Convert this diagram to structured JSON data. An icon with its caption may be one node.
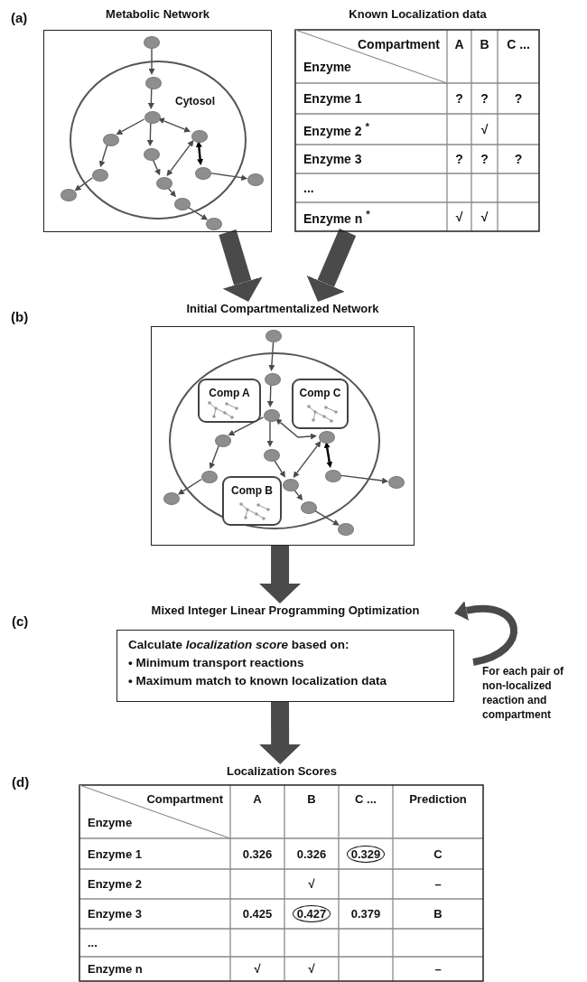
{
  "diagram": {
    "nodes": [
      {
        "text": [
          "Metabolic Network"
        ]
      },
      {
        "text": [
          "Cytosol"
        ],
        "in": 0
      },
      {
        "text": [],
        "shape": "circle",
        "in": 0
      },
      {
        "text": [],
        "shape": "circle",
        "in": 1
      },
      {
        "text": [],
        "shape": "circle",
        "in": 1
      },
      {
        "text": [],
        "shape": "circle",
        "in": 1
      },
      {
        "text": [],
        "shape": "circle",
        "in": 1
      },
      {
        "text": [],
        "shape": "circle",
        "in": 1
      },
      {
        "text": [],
        "shape": "circle",
        "in": 1
      },
      {
        "text": [],
        "shape": "circle",
        "in": 1
      },
      {
        "text": [],
        "shape": "circle",
        "in": 1
      },
      {
        "text": [],
        "shape": "circle",
        "in": 0
      },
      {
        "text": [],
        "shape": "circle",
        "in": 1
      },
      {
        "text": [],
        "shape": "circle",
        "in": 0
      },
      {
        "text": [],
        "shape": "circle",
        "in": 0
      },
      {
        "text": [
          "Known Localization data"
        ]
      },
      {
        "text": [
          "Initial Compartmentalized Network"
        ]
      },
      {
        "text": [],
        "shape": "circle",
        "in": 16
      },
      {
        "text": [
          "Comp A"
        ],
        "in": 17
      },
      {
        "text": [
          "Comp C"
        ],
        "in": 17
      },
      {
        "text": [
          "Comp B"
        ],
        "in": 17
      },
      {
        "text": [],
        "shape": "circle",
        "in": 16
      },
      {
        "text": [],
        "shape": "circle",
        "in": 17
      },
      {
        "text": [],
        "shape": "circle",
        "in": 17
      },
      {
        "text": [],
        "shape": "circle",
        "in": 17
      },
      {
        "text": [],
        "shape": "circle",
        "in": 17
      },
      {
        "text": [],
        "shape": "circle",
        "in": 17
      },
      {
        "text": [],
        "shape": "circle",
        "in": 17
      },
      {
        "text": [],
        "shape": "circle",
        "in": 17
      },
      {
        "text": [],
        "shape": "circle",
        "in": 17
      },
      {
        "text": [],
        "shape": "circle",
        "in": 16
      },
      {
        "text": [],
        "shape": "circle",
        "in": 17
      },
      {
        "text": [],
        "shape": "circle",
        "in": 16
      },
      {
        "text": [],
        "shape": "circle",
        "in": 16
      },
      {
        "text": [
          "Mixed Integer Linear Programming Optimization",
          "Calculate *localization score* based on:",
          "• Minimum transport reactions",
          "• Maximum match to known localization data"
        ],
        "beside": [
          "For each pair of non-localized reaction and compartment"
        ]
      },
      {
        "text": [
          "Localization Scores"
        ]
      }
    ],
    "edges": [
      {
        "from": 2,
        "to": 3,
        "arrow": "to"
      },
      {
        "from": 3,
        "to": 4,
        "arrow": "to"
      },
      {
        "from": 4,
        "to": 5,
        "arrow": "to"
      },
      {
        "from": 4,
        "to": 6,
        "arrow": "to"
      },
      {
        "from": 4,
        "to": 7,
        "arrow": "both"
      },
      {
        "from": 5,
        "to": 8,
        "arrow": "to"
      },
      {
        "from": 8,
        "to": 11,
        "arrow": "to"
      },
      {
        "from": 6,
        "to": 9,
        "arrow": "to"
      },
      {
        "from": 9,
        "to": 7,
        "arrow": "both"
      },
      {
        "from": 7,
        "to": 10,
        "arrow": "both",
        "color": "#000000"
      },
      {
        "from": 10,
        "to": 13,
        "arrow": "to"
      },
      {
        "from": 9,
        "to": 12,
        "arrow": "to"
      },
      {
        "from": 12,
        "to": 14,
        "arrow": "to"
      },
      {
        "from": 21,
        "to": 22,
        "arrow": "to"
      },
      {
        "from": 22,
        "to": 23,
        "arrow": "to"
      },
      {
        "from": 23,
        "to": 24,
        "arrow": "to"
      },
      {
        "from": 23,
        "to": 25,
        "arrow": "to"
      },
      {
        "from": 23,
        "to": 26,
        "arrow": "both"
      },
      {
        "from": 24,
        "to": 27,
        "arrow": "to"
      },
      {
        "from": 27,
        "to": 30,
        "arrow": "to"
      },
      {
        "from": 25,
        "to": 28,
        "arrow": "to"
      },
      {
        "from": 28,
        "to": 26,
        "arrow": "both"
      },
      {
        "from": 26,
        "to": 29,
        "arrow": "both",
        "color": "#000000"
      },
      {
        "from": 29,
        "to": 32,
        "arrow": "to"
      },
      {
        "from": 28,
        "to": 31,
        "arrow": "to"
      },
      {
        "from": 31,
        "to": 33,
        "arrow": "to"
      },
      {
        "from": 0,
        "to": 16,
        "arrow": "to",
        "style": "thick"
      },
      {
        "from": 15,
        "to": 16,
        "arrow": "to",
        "style": "thick"
      },
      {
        "from": 16,
        "to": 34,
        "arrow": "to",
        "style": "thick"
      },
      {
        "from": 34,
        "to": 35,
        "arrow": "to",
        "style": "thick"
      },
      {
        "from": null,
        "to": 34,
        "arrow": "to",
        "style": "thick"
      }
    ],
    "labels": [
      "(a)",
      "Compartment",
      "A",
      "B",
      "C ...",
      "Enzyme",
      "Enzyme 1",
      "?",
      "?",
      "?",
      "Enzyme 2 $^{*}$",
      "√",
      "Enzyme 3",
      "?",
      "?",
      "?",
      "...",
      "Enzyme n $^{*}$",
      "√",
      "√",
      "(b)",
      "(c)",
      "(d)",
      "Compartment",
      "A",
      "B",
      "C ...",
      "Prediction",
      "Enzyme",
      "Enzyme 1",
      "0.326",
      "0.326",
      "0.329",
      "C",
      "Enzyme 2",
      "√",
      "–",
      "Enzyme 3",
      "0.425",
      "0.427",
      "0.379",
      "B",
      "...",
      "Enzyme n",
      "√",
      "√",
      "–"
    ]
  }
}
